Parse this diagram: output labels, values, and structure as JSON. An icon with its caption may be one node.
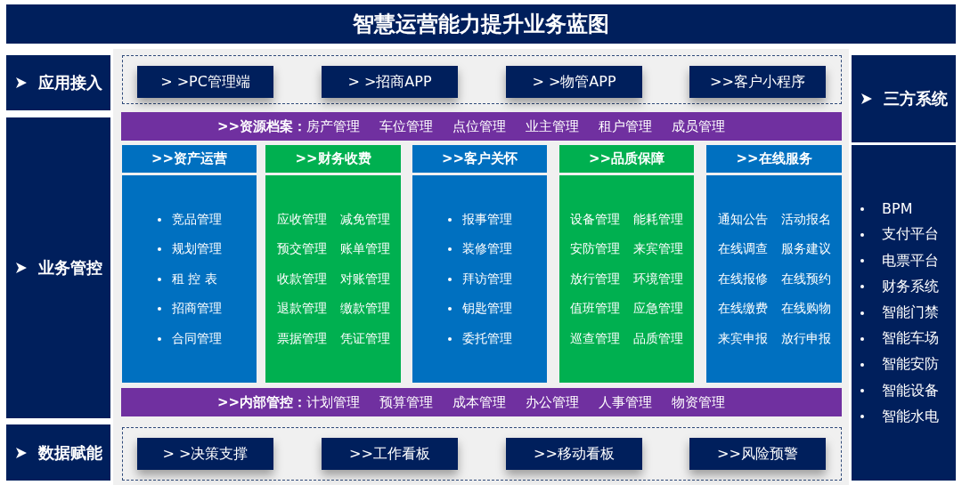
{
  "diagram": {
    "title": "智慧运营能力提升业务蓝图",
    "nodes": [
      {
        "text": [
          "应用接入"
        ]
      },
      {
        "text": [
          "业务管控"
        ]
      },
      {
        "text": [
          "数据赋能"
        ]
      },
      {
        "text": [
          "三方系统"
        ]
      },
      {
        "text": [
          "BPM",
          "支付平台",
          "电票平台",
          "财务系统",
          "智能门禁",
          "智能车场",
          "智能安防",
          "智能设备",
          "智能水电"
        ]
      },
      {
        "text": [],
        "shape": "box"
      },
      {
        "text": [
          "> >PC管理端"
        ],
        "in": 5
      },
      {
        "text": [
          "> >招商APP"
        ],
        "in": 5
      },
      {
        "text": [
          "> >物管APP"
        ],
        "in": 5
      },
      {
        "text": [
          ">>客户小程序"
        ],
        "in": 5
      },
      {
        "text": [
          ">>资源档案：",
          "房产管理",
          "车位管理",
          "点位管理",
          "业主管理",
          "租户管理",
          "成员管理"
        ]
      },
      {
        "text": [
          ">>资产运营"
        ]
      },
      {
        "text": [
          ">>财务收费"
        ]
      },
      {
        "text": [
          ">>客户关怀"
        ]
      },
      {
        "text": [
          ">>品质保障"
        ]
      },
      {
        "text": [
          ">>在线服务"
        ]
      },
      {
        "text": [
          "竞品管理",
          "规划管理",
          "租 控 表",
          "招商管理",
          "合同管理"
        ]
      },
      {
        "text": [
          "应收管理",
          "减免管理",
          "预交管理",
          "账单管理",
          "收款管理",
          "对账管理",
          "退款管理",
          "缴款管理",
          "票据管理",
          "凭证管理"
        ]
      },
      {
        "text": [
          "报事管理",
          "装修管理",
          "拜访管理",
          "钥匙管理",
          "委托管理"
        ]
      },
      {
        "text": [
          "设备管理",
          "能耗管理",
          "安防管理",
          "来宾管理",
          "放行管理",
          "环境管理",
          "值班管理",
          "应急管理",
          "巡查管理",
          "品质管理"
        ]
      },
      {
        "text": [
          "通知公告",
          "活动报名",
          "在线调查",
          "服务建议",
          "在线报修",
          "在线预约",
          "在线缴费",
          "在线购物",
          "来宾申报",
          "放行申报"
        ]
      },
      {
        "text": [
          ">>内部管控：",
          "计划管理",
          "预算管理",
          "成本管理",
          "办公管理",
          "人事管理",
          "物资管理"
        ]
      },
      {
        "text": [],
        "shape": "box"
      },
      {
        "text": [
          "> >决策支撑"
        ],
        "in": 22
      },
      {
        "text": [
          ">>工作看板"
        ],
        "in": 22
      },
      {
        "text": [
          ">>移动看板"
        ],
        "in": 22
      },
      {
        "text": [
          ">>风险预警"
        ],
        "in": 22
      }
    ]
  }
}
